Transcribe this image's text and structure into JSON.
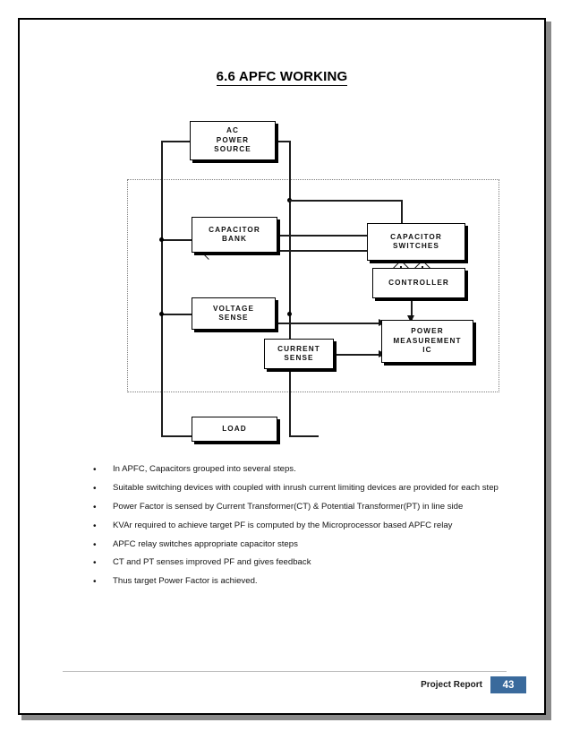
{
  "document": {
    "title": "6.6 APFC WORKING"
  },
  "diagram": {
    "name": "apfc-block-diagram",
    "blocks": [
      {
        "id": "ac-power-source",
        "label": "AC\nPOWER\nSOURCE"
      },
      {
        "id": "capacitor-bank",
        "label": "CAPACITOR\nBANK"
      },
      {
        "id": "capacitor-switches",
        "label": "CAPACITOR\nSWITCHES"
      },
      {
        "id": "controller",
        "label": "CONTROLLER"
      },
      {
        "id": "voltage-sense",
        "label": "VOLTAGE\nSENSE"
      },
      {
        "id": "current-sense",
        "label": "CURRENT\nSENSE"
      },
      {
        "id": "power-measurement-ic",
        "label": "POWER\nMEASUREMENT\nIC"
      },
      {
        "id": "load",
        "label": "LOAD"
      }
    ]
  },
  "bullets": [
    "In APFC, Capacitors grouped into several steps.",
    "Suitable switching devices with coupled with inrush current limiting devices are provided for each step",
    " Power Factor is sensed by Current Transformer(CT) & Potential Transformer(PT) in line side",
    "KVAr required to achieve target PF is computed by the Microprocessor based APFC relay",
    "APFC relay switches appropriate capacitor steps",
    "CT and PT senses improved PF and gives feedback",
    "Thus target Power Factor is achieved."
  ],
  "bullet_marker": "•",
  "footer": {
    "label": "Project Report",
    "page_number": "43",
    "accent_color": "#3a6a9c"
  }
}
